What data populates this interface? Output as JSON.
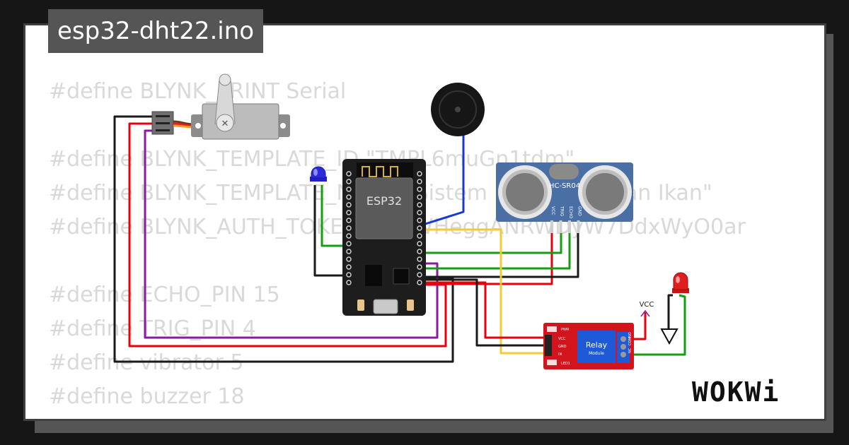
{
  "title": "esp32-dht22.ino",
  "code_lines": [
    "#define BLYNK_PRINT Serial",
    "",
    "#define BLYNK_TEMPLATE_ID \"TMPL6muGn1tdm\"",
    "#define BLYNK_TEMPLATE_NAME \"Sistem Pemberi Pakan Ikan\"",
    "#define BLYNK_AUTH_TOKEN \"7iwWHeggANRWDyW7DdxWyO0ar",
    "",
    "#define ECHO_PIN 15",
    "#define TRIG_PIN 4",
    "#define vibrator 5",
    "#define buzzer 18"
  ],
  "components": {
    "esp32_label": "ESP32",
    "ultrasonic_label": "HC-SR04",
    "ultrasonic_pins": [
      "VCC",
      "TRIG",
      "ECHO",
      "GND"
    ],
    "relay_label": "Relay",
    "relay_sublabel": "Module",
    "relay_pwr": "PWR",
    "relay_led": "LED1",
    "relay_pins": [
      "VCC",
      "GND",
      "IN"
    ],
    "relay_terminals": [
      "NC",
      "COM",
      "NO"
    ],
    "vcc_label": "VCC"
  },
  "brand": "WOKWi",
  "colors": {
    "wire_red": "#e8000b",
    "wire_black": "#1a1a1a",
    "wire_green": "#12a012",
    "wire_purple": "#8a1a9e",
    "wire_yellow": "#f2cb36",
    "wire_blue": "#1638d8",
    "esp32_board": "#1d1d1d",
    "ultrasonic_board": "#4a6fa5",
    "relay_board": "#d3141d",
    "relay_block": "#1e5ad8"
  }
}
